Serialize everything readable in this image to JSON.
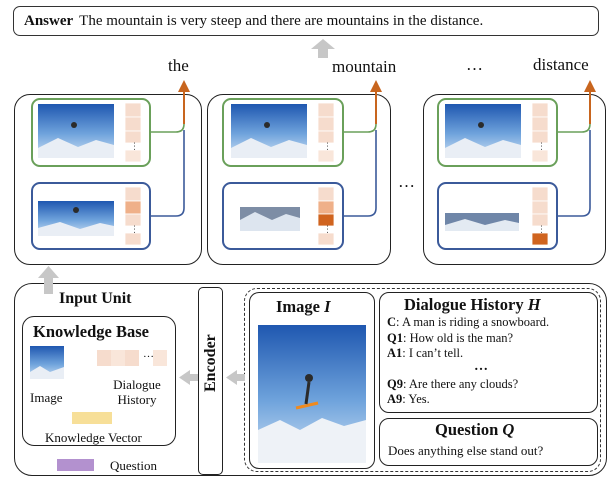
{
  "answer": {
    "label": "Answer",
    "text": "The mountain is very steep and there are mountains in the distance."
  },
  "words": [
    "the",
    "mountain",
    "…",
    "distance"
  ],
  "between_steps": "…",
  "input_unit": {
    "title": "Input Unit"
  },
  "knowledge_base": {
    "title": "Knowledge Base",
    "image_label": "Image",
    "history_label": "Dialogue History",
    "ellipsis": "…",
    "vector_label": "Knowledge Vector",
    "question_label": "Question"
  },
  "encoder": {
    "label": "Encoder"
  },
  "image_box": {
    "title": "Image",
    "symbol": "I"
  },
  "dialogue_history": {
    "title": "Dialogue History",
    "symbol": "H",
    "lines": [
      {
        "speaker": "C",
        "text": ": A man is riding a snowboard."
      },
      {
        "speaker": "Q1",
        "text": ": How old is the man?"
      },
      {
        "speaker": "A1",
        "text": ": I can’t tell."
      },
      {
        "speaker": "…",
        "text": ""
      },
      {
        "speaker": "Q9",
        "text": ": Are there any clouds?"
      },
      {
        "speaker": "A9",
        "text": ": Yes."
      }
    ]
  },
  "question_box": {
    "title": "Question",
    "symbol": "Q",
    "text": "Does anything else stand out?"
  },
  "colors": {
    "image_attention_border": "#6aa05a",
    "history_attention_border": "#3b5a9a",
    "output_arrow": "#c8651e",
    "attention_light": "#f6dccd",
    "attention_mid": "#efb089",
    "attention_dark": "#d0641f",
    "knowledge_vector": "#f7df98",
    "question_color": "#b391cf",
    "gray_arrow": "#c7c7c7"
  }
}
